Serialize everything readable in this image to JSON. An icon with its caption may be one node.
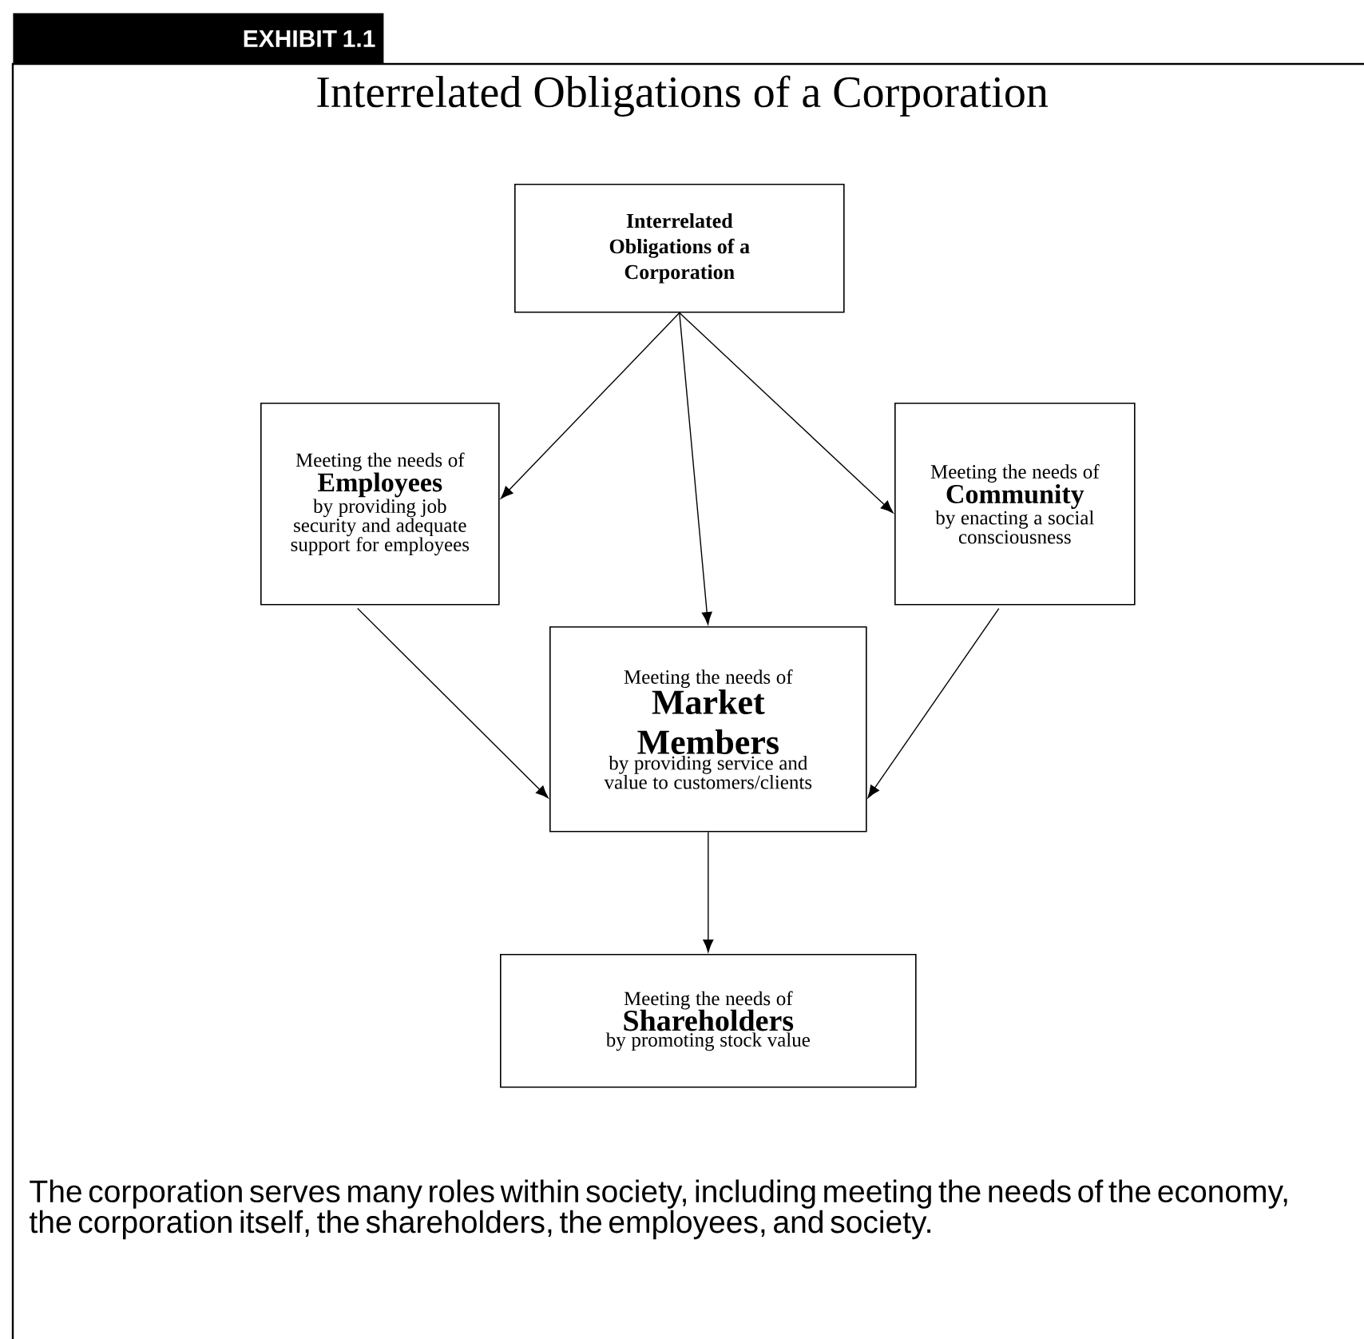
{
  "diagram": {
    "title": "Interrelated Obligations of a Corporation",
    "caption": "The corporation serves many roles within society, including meeting the needs of the economy, the corporation itself, the shareholders, the employees, and society.",
    "nodes": [
      {
        "text": [
          "Interrelated Obligations of a Corporation"
        ]
      },
      {
        "text": [
          "Meeting the needs of",
          "Employees",
          "by providing job security and adequate support for employees"
        ]
      },
      {
        "text": [
          "Meeting the needs of",
          "Community",
          "by enacting a social consciousness"
        ]
      },
      {
        "text": [
          "Meeting the needs of",
          "Market Members",
          "by providing service and value to customers/clients"
        ]
      },
      {
        "text": [
          "Meeting the needs of",
          "Shareholders",
          "by promoting stock value"
        ]
      }
    ],
    "edges": [
      {
        "from": 0,
        "to": 1,
        "arrow": "to"
      },
      {
        "from": 0,
        "to": 3,
        "arrow": "to"
      },
      {
        "from": 0,
        "to": 2,
        "arrow": "to"
      },
      {
        "from": 1,
        "to": 3,
        "arrow": "to"
      },
      {
        "from": 2,
        "to": 3,
        "arrow": "to"
      },
      {
        "from": 3,
        "to": 4,
        "arrow": "to"
      }
    ],
    "labels": [
      "EXHIBIT 1.1"
    ]
  }
}
